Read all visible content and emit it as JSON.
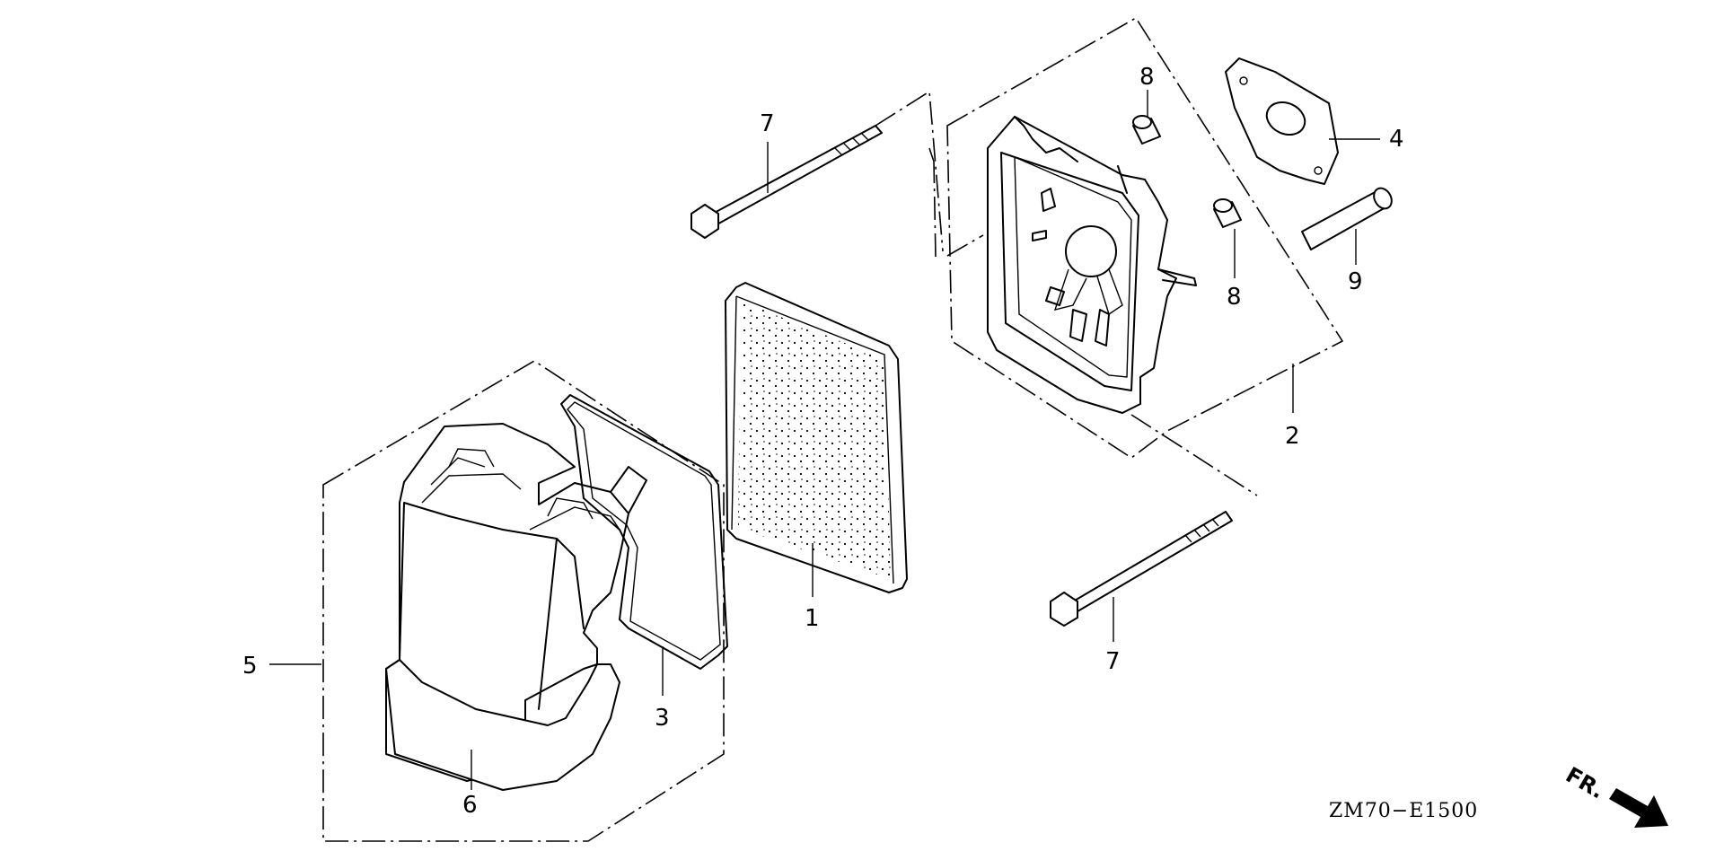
{
  "diagram": {
    "drawing_code": "ZM70−E1500",
    "direction_label": "FR.",
    "callouts": [
      {
        "id": "c1",
        "label": "1"
      },
      {
        "id": "c2",
        "label": "2"
      },
      {
        "id": "c3",
        "label": "3"
      },
      {
        "id": "c4",
        "label": "4"
      },
      {
        "id": "c5",
        "label": "5"
      },
      {
        "id": "c6",
        "label": "6"
      },
      {
        "id": "c7a",
        "label": "7"
      },
      {
        "id": "c7b",
        "label": "7"
      },
      {
        "id": "c8a",
        "label": "8"
      },
      {
        "id": "c8b",
        "label": "8"
      },
      {
        "id": "c9",
        "label": "9"
      }
    ]
  }
}
